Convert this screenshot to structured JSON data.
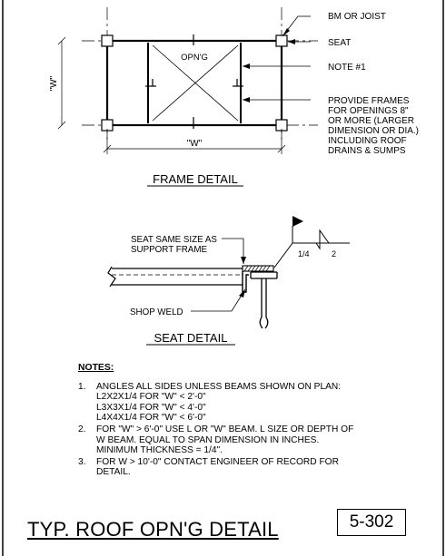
{
  "frame_detail": {
    "labels": {
      "bm_or_joist": "BM OR JOIST",
      "seat": "SEAT",
      "note1": "NOTE #1",
      "provide_frames": [
        "PROVIDE FRAMES",
        "FOR OPENINGS 8\"",
        "OR MORE (LARGER",
        "DIMENSION OR DIA.)",
        "INCLUDING ROOF",
        "DRAINS & SUMPS"
      ],
      "opening": "OPN'G",
      "w_horizontal": "\"W\"",
      "w_vertical": "\"W\""
    },
    "title": "FRAME DETAIL"
  },
  "seat_detail": {
    "labels": {
      "seat_same_size": [
        "SEAT SAME SIZE AS",
        "SUPPORT FRAME"
      ],
      "weld_size": "1/4",
      "weld_length": "2",
      "shop_weld": "SHOP WELD"
    },
    "title": "SEAT DETAIL"
  },
  "notes": {
    "heading": "NOTES:",
    "items": [
      {
        "num": "1.",
        "lines": [
          "ANGLES ALL SIDES UNLESS BEAMS SHOWN ON PLAN:",
          "L2X2X1/4 FOR \"W\" < 2'-0\"",
          "L3X3X1/4 FOR \"W\" < 4'-0\"",
          "L4X4X1/4 FOR \"W\" < 6'-0\""
        ]
      },
      {
        "num": "2.",
        "lines": [
          "FOR \"W\" > 6'-0\" USE L OR \"W\" BEAM. L SIZE OR DEPTH OF",
          "W BEAM. EQUAL TO SPAN DIMENSION IN INCHES.",
          "MINIMUM THICKNESS = 1/4\"."
        ]
      },
      {
        "num": "3.",
        "lines": [
          "FOR W > 10'-0\" CONTACT ENGINEER OF RECORD FOR",
          "DETAIL."
        ]
      }
    ]
  },
  "title_block": {
    "title": "TYP. ROOF OPN'G DETAIL",
    "detail_number": "5-302"
  }
}
